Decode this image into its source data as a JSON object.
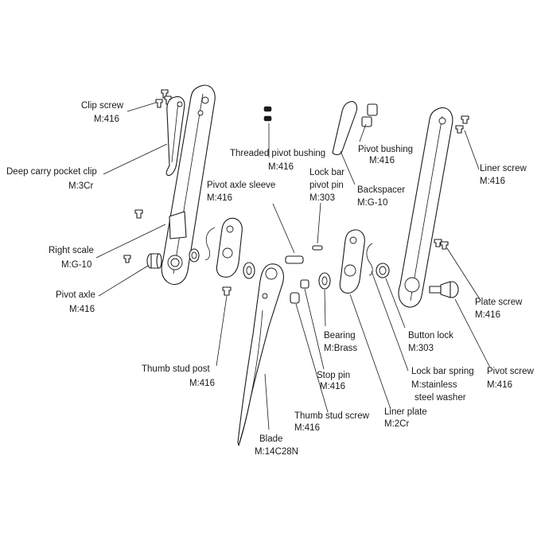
{
  "labels": {
    "clip_screw": {
      "name": "Clip screw",
      "material": "M:416"
    },
    "deep_carry_pocket_clip": {
      "name": "Deep carry pocket clip",
      "material": "M:3Cr"
    },
    "right_scale": {
      "name": "Right scale",
      "material": "M:G-10"
    },
    "pivot_axle": {
      "name": "Pivot axle",
      "material": "M:416"
    },
    "threaded_pivot_bushing": {
      "name": "Threaded pivot bushing",
      "material": "M:416"
    },
    "pivot_axle_sleeve": {
      "name": "Pivot axle sleeve",
      "material": "M:416"
    },
    "lock_bar_pivot_pin": {
      "name_line1": "Lock bar",
      "name_line2": "pivot pin",
      "material": "M:303"
    },
    "pivot_bushing": {
      "name": "Pivot bushing",
      "material": "M:416"
    },
    "backspacer": {
      "name": "Backspacer",
      "material": "M:G-10"
    },
    "liner_screw": {
      "name": "Liner screw",
      "material": "M:416"
    },
    "plate_screw": {
      "name": "Plate screw",
      "material": "M:416"
    },
    "bearing": {
      "name": "Bearing",
      "material": "M:Brass"
    },
    "button_lock": {
      "name": "Button lock",
      "material": "M:303"
    },
    "thumb_stud_post": {
      "name": "Thumb stud post",
      "material": "M:416"
    },
    "stop_pin": {
      "name": "Stop pin",
      "material": "M:416"
    },
    "lock_bar_spring": {
      "name": "Lock bar spring",
      "material_line1": "M:stainless",
      "material_line2": "steel washer"
    },
    "pivot_screw": {
      "name": "Pivot screw",
      "material": "M:416"
    },
    "thumb_stud_screw": {
      "name": "Thumb stud screw",
      "material": "M:416"
    },
    "liner_plate": {
      "name": "Liner plate",
      "material": "M:2Cr"
    },
    "blade": {
      "name": "Blade",
      "material": "M:14C28N"
    }
  }
}
